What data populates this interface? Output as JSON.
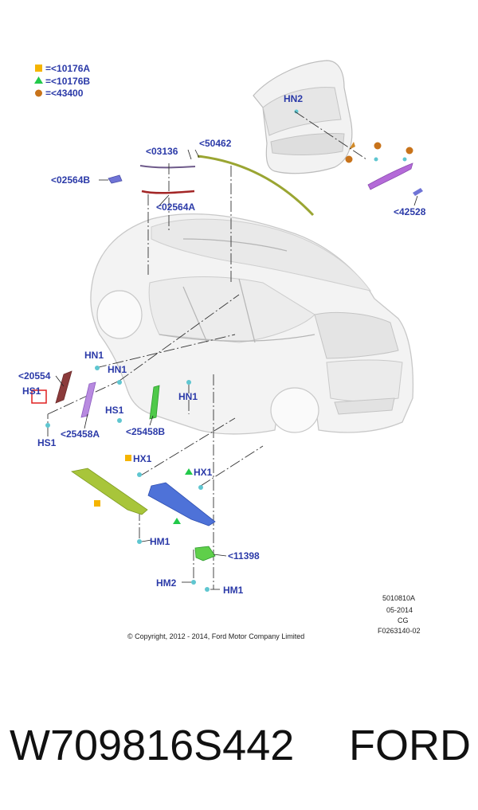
{
  "legend": [
    {
      "symbol": "square",
      "color": "#f5b400",
      "text": "=<10176A"
    },
    {
      "symbol": "triangle",
      "color": "#22c94a",
      "text": "=<10176B"
    },
    {
      "symbol": "circle",
      "color": "#c8731a",
      "text": "=<43400"
    }
  ],
  "labels": {
    "hn2": "HN2",
    "p03136": "<03136",
    "p50462": "<50462",
    "p02564b": "<02564B",
    "p02564a": "<02564A",
    "p42528": "<42528",
    "hn1_a": "HN1",
    "hn1_b": "HN1",
    "hn1_c": "HN1",
    "p20554": "<20554",
    "hs1_a": "HS1",
    "hs1_b": "HS1",
    "hs1_c": "HS1",
    "p25458a": "<25458A",
    "p25458b": "<25458B",
    "hx1_a": "HX1",
    "hx1_b": "HX1",
    "hm1_a": "HM1",
    "hm1_b": "HM1",
    "hm2": "HM2",
    "p11398": "<11398"
  },
  "meta": {
    "code1": "5010810A",
    "date": "05-2014",
    "cg": "CG",
    "fig": "F0263140-02",
    "copyright": "© Copyright, 2012 - 2014, Ford Motor Company Limited"
  },
  "footer": {
    "part_number": "W709816S442",
    "brand": "FORD"
  },
  "colors": {
    "label_blue": "#2b3aa8",
    "highlight_red": "#e02020"
  }
}
